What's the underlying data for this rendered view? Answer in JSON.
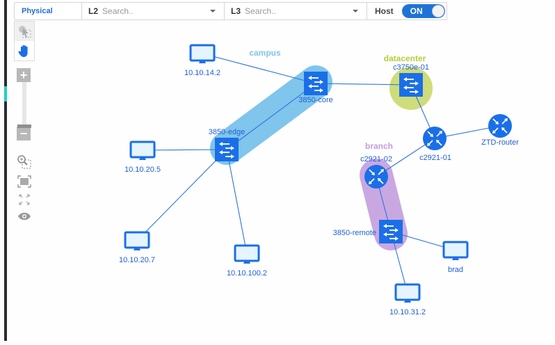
{
  "toolbar": {
    "layer": "Physical",
    "l2": {
      "label": "L2",
      "placeholder": "Search.."
    },
    "l3": {
      "label": "L3",
      "placeholder": "Search.."
    },
    "host": {
      "label": "Host",
      "toggle_state": "ON"
    }
  },
  "tools": {
    "mode_buttons": [
      "select-icon",
      "hand-pan-icon"
    ],
    "active_mode": "hand-pan-icon",
    "zoom_in": "+",
    "zoom_out": "−",
    "zoom_level_fraction": 0.0,
    "icons": [
      "zoom-selection-icon",
      "fit-to-screen-icon",
      "fullscreen-icon",
      "eye-icon"
    ]
  },
  "colors": {
    "accent": "#1f6fd1",
    "node": "#1a6fe8",
    "campus": "#7fc5ec",
    "datacenter": "#cfdc7a",
    "branch": "#c9a8e2",
    "group_label_campus": "#7fc5ec",
    "group_label_datacenter": "#b7cc3c",
    "group_label_branch": "#c39be0"
  },
  "groups": [
    {
      "id": "campus",
      "label": "campus",
      "members": [
        "3850-core",
        "3850-edge"
      ]
    },
    {
      "id": "datacenter",
      "label": "datacenter",
      "members": [
        "c3750e-01"
      ]
    },
    {
      "id": "branch",
      "label": "branch",
      "members": [
        "c2921-02",
        "3850-remote"
      ]
    }
  ],
  "nodes": [
    {
      "id": "10.10.14.2",
      "label": "10.10.14.2",
      "type": "host"
    },
    {
      "id": "3850-core",
      "label": "3850-core",
      "type": "switch"
    },
    {
      "id": "c3750e-01",
      "label": "c3750e-01",
      "type": "switch"
    },
    {
      "id": "c2921-01",
      "label": "c2921-01",
      "type": "router"
    },
    {
      "id": "ZTD-router",
      "label": "ZTD-router",
      "type": "router"
    },
    {
      "id": "3850-edge",
      "label": "3850-edge",
      "type": "switch"
    },
    {
      "id": "10.10.20.5",
      "label": "10.10.20.5",
      "type": "host"
    },
    {
      "id": "c2921-02",
      "label": "c2921-02",
      "type": "router"
    },
    {
      "id": "3850-remote",
      "label": "3850-remote",
      "type": "switch"
    },
    {
      "id": "10.10.20.7",
      "label": "10.10.20.7",
      "type": "host"
    },
    {
      "id": "10.10.100.2",
      "label": "10.10.100.2",
      "type": "host"
    },
    {
      "id": "brad",
      "label": "brad",
      "type": "host"
    },
    {
      "id": "10.10.31.2",
      "label": "10.10.31.2",
      "type": "host"
    }
  ],
  "links": [
    [
      "10.10.14.2",
      "3850-core"
    ],
    [
      "3850-core",
      "c3750e-01"
    ],
    [
      "3850-core",
      "3850-edge"
    ],
    [
      "c3750e-01",
      "c2921-01"
    ],
    [
      "c2921-01",
      "ZTD-router"
    ],
    [
      "c2921-01",
      "c2921-02"
    ],
    [
      "3850-edge",
      "10.10.20.5"
    ],
    [
      "3850-edge",
      "10.10.20.7"
    ],
    [
      "3850-edge",
      "10.10.100.2"
    ],
    [
      "c2921-02",
      "3850-remote"
    ],
    [
      "3850-remote",
      "brad"
    ],
    [
      "3850-remote",
      "10.10.31.2"
    ]
  ]
}
